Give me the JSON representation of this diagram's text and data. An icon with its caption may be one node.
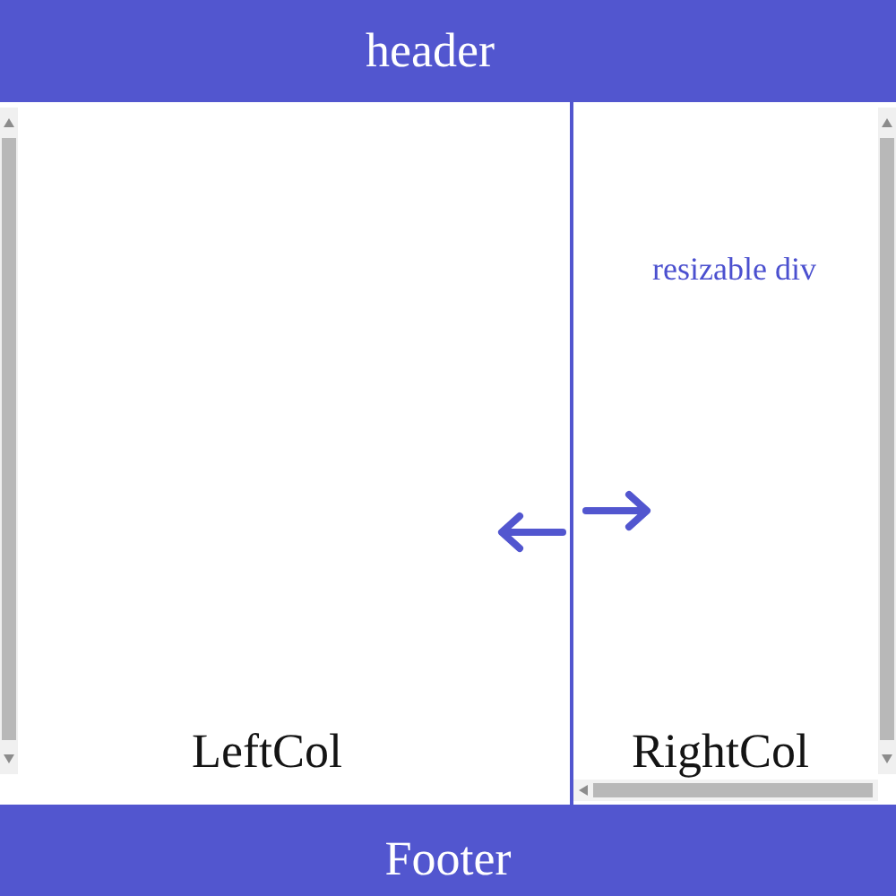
{
  "diagram": {
    "nodes": [
      {
        "text": [
          "header"
        ]
      },
      {
        "text": [
          "LeftCol"
        ]
      },
      {
        "text": [
          "resizable div",
          "RightCol"
        ]
      },
      {
        "text": [
          "Footer"
        ]
      }
    ]
  }
}
